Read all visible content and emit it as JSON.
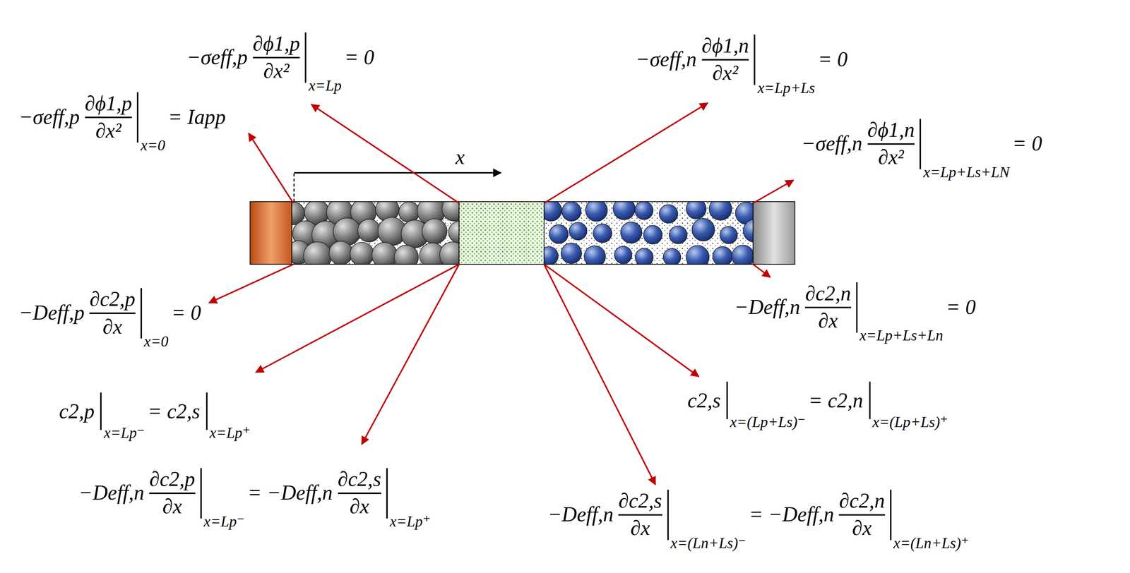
{
  "diagram": {
    "labels": [
      "x",
      "−σeff,p",
      "∂ϕ1,p",
      "∂x²",
      "x=Lp",
      "= 0",
      "−σeff,p",
      "∂ϕ1,p",
      "∂x²",
      "x=0",
      "= Iapp",
      "−σeff,n",
      "∂ϕ1,n",
      "∂x²",
      "x=Lp+Ls",
      "= 0",
      "−σeff,n",
      "∂ϕ1,n",
      "∂x²",
      "x=Lp+Ls+LN",
      "= 0",
      "−Deff,p",
      "∂c2,p",
      "∂x",
      "x=0",
      "= 0",
      "c2,p",
      "x=Lp⁻",
      "= c2,s",
      "x=Lp⁺",
      "−Deff,n",
      "∂c2,p",
      "∂x",
      "x=Lp⁻",
      "= −Deff,n",
      "∂c2,s",
      "∂x",
      "x=Lp⁺",
      "−Deff,n",
      "∂c2,n",
      "∂x",
      "x=Lp+Ls+Ln",
      "= 0",
      "c2,s",
      "x=(Lp+Ls)⁻",
      "= c2,n",
      "x=(Lp+Ls)⁺",
      "−Deff,n",
      "∂c2,s",
      "∂x",
      "x=(Ln+Ls)⁻",
      "= −Deff,n",
      "∂c2,n",
      "∂x",
      "x=(Ln+Ls)⁺"
    ]
  }
}
